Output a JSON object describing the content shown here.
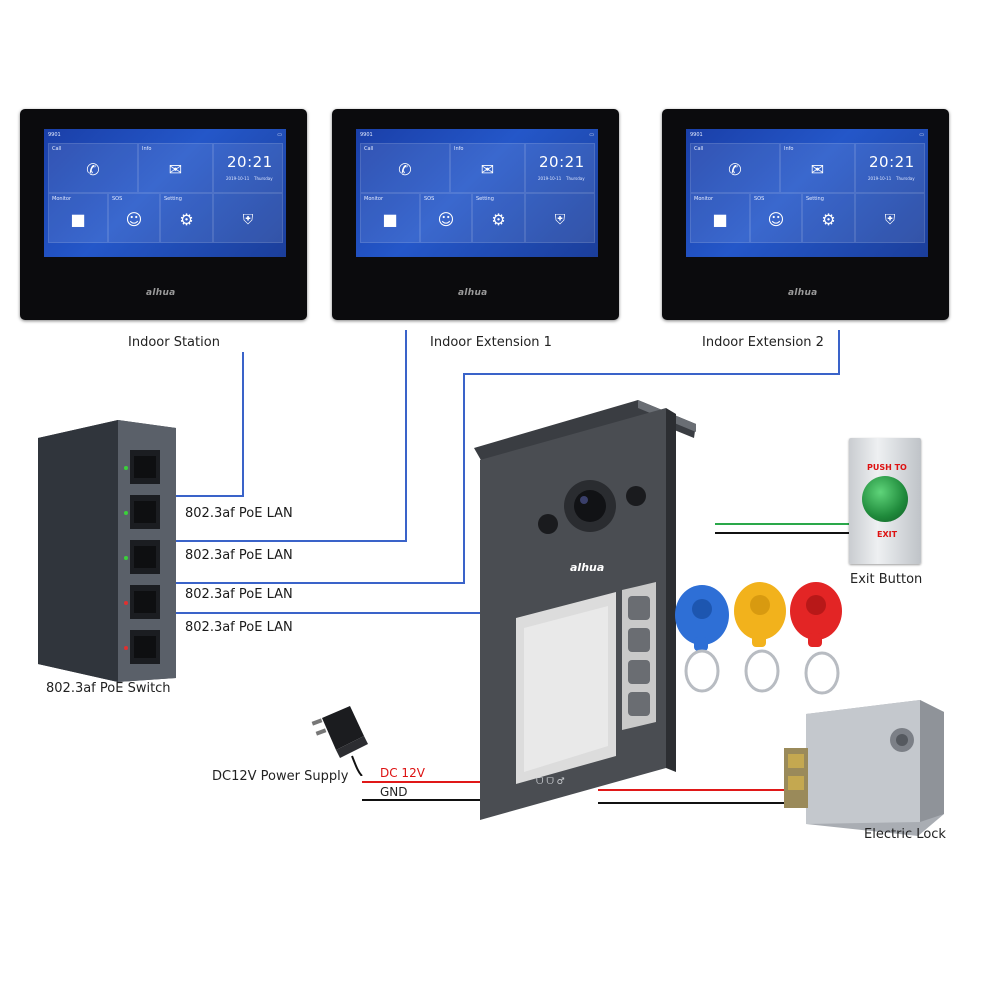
{
  "monitor_screen": {
    "status_left": "9901",
    "tiles": {
      "call": "Call",
      "info": "Info",
      "monitor": "Monitor",
      "sos": "SOS",
      "setting": "Setting"
    },
    "time": "20:21",
    "date": "2019-10-11",
    "day": "Thursday",
    "brand": "alhua"
  },
  "labels": {
    "indoor_station": "Indoor Station",
    "indoor_extension_1": "Indoor Extension 1",
    "indoor_extension_2": "Indoor Extension 2",
    "poe_switch": "802.3af PoE Switch",
    "poe_lan": "802.3af PoE LAN",
    "power_supply": "DC12V Power Supply",
    "dc12v": "DC 12V",
    "gnd": "GND",
    "exit_button": "Exit Button",
    "push_to": "PUSH TO",
    "exit": "EXIT",
    "electric_lock": "Electric Lock",
    "door_brand": "alhua"
  },
  "colors": {
    "lan_wire": "#3a63c9",
    "dc_wire": "#e01818",
    "gnd_wire": "#111111",
    "exit_wire_green": "#2aa84a",
    "screen_blue": "#2457c9",
    "panel_gray": "#4a4d52"
  }
}
